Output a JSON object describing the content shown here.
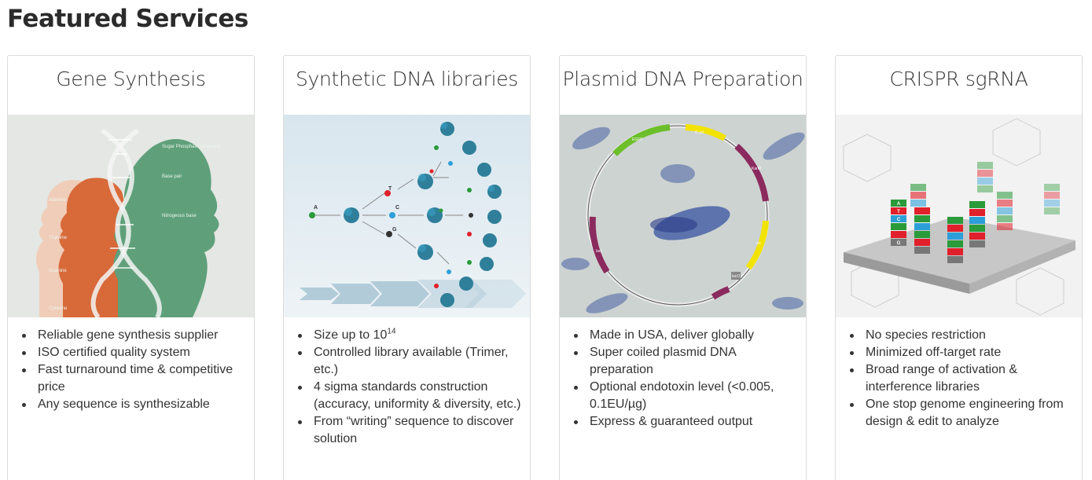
{
  "page": {
    "title": "Featured Services"
  },
  "cards": [
    {
      "title": "Gene Synthesis",
      "image_icon": "dna-silhouette-image",
      "image_labels": [
        "Sugar Phosphate Backbone",
        "Base pair",
        "Nitrogeous base",
        "Adenine",
        "Thymine",
        "Guanine",
        "Cytosine"
      ],
      "bullets": [
        "Reliable gene synthesis supplier",
        "ISO certified quality system",
        "Fast turnaround time & competitive price",
        "Any sequence is synthesizable"
      ]
    },
    {
      "title": "Synthetic DNA libraries",
      "image_icon": "dna-library-tree-image",
      "image_labels": [
        "A",
        "T",
        "C",
        "G"
      ],
      "bullets": [
        "Size up to 10",
        "Controlled library available (Trimer, etc.)",
        "4 sigma standards construction (accuracy, uniformity & diversity, etc.)",
        "From “writing” sequence to discover solution"
      ],
      "bullet_sup": "14"
    },
    {
      "title": "Plasmid DNA Preparation",
      "image_icon": "plasmid-map-image",
      "image_labels": [
        "EGFP",
        "f1 ori",
        "KanR",
        "ori",
        "lacI",
        "lacO"
      ],
      "bullets": [
        "Made in USA, deliver globally",
        "Super coiled plasmid DNA preparation",
        "Optional endotoxin level (<0.005, 0.1EU/µg)",
        "Express & guaranteed output"
      ]
    },
    {
      "title": "CRISPR sgRNA",
      "image_icon": "sgrna-array-image",
      "image_labels": [
        "A",
        "T",
        "C",
        "G"
      ],
      "bullets": [
        "No species restriction",
        "Minimized off-target rate",
        "Broad range of activation & interference libraries",
        "One stop genome engineering from design & edit to analyze"
      ]
    }
  ],
  "colors": {
    "red": "#e0202a",
    "green": "#2a9a3a",
    "blue": "#2d9fd8",
    "gray": "#777777",
    "magenta": "#8b2a5e",
    "lime": "#6cbf2a",
    "yellow": "#f2e300"
  }
}
